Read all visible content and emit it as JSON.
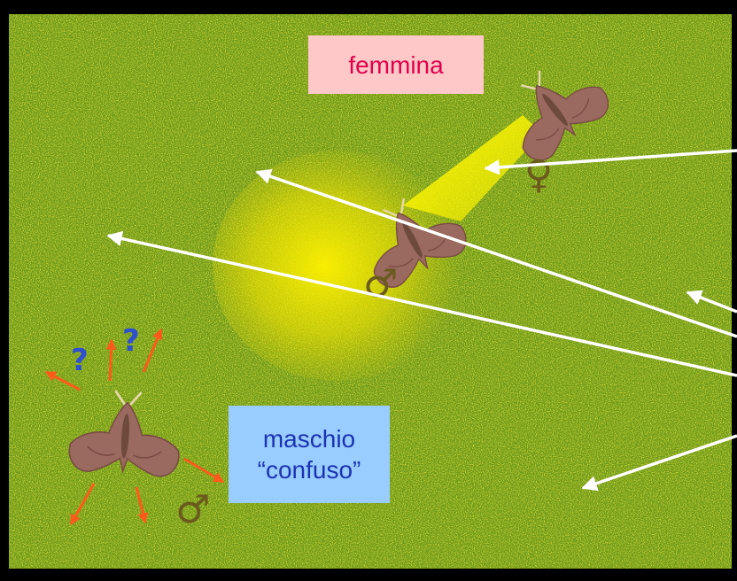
{
  "labels": {
    "female": "femmina",
    "male_line1": "maschio",
    "male_line2": "“confuso”"
  },
  "colors": {
    "frame": "#000000",
    "field_green": "#6b9a1c",
    "field_yellow": "#d4d21a",
    "pheromone_cone": "#fff200",
    "female_label_bg": "#ffc8c8",
    "female_label_text": "#e0004a",
    "male_label_bg": "#99ccff",
    "male_label_text": "#1a33b3",
    "moth_body": "#9a6a60",
    "arrow_white": "#ffffff",
    "arrow_orange": "#ff5a1a",
    "question_mark": "#2f4fd0"
  },
  "icons": {
    "moth": "moth-icon",
    "male_symbol": "male-symbol",
    "question": "question-mark-icon"
  }
}
